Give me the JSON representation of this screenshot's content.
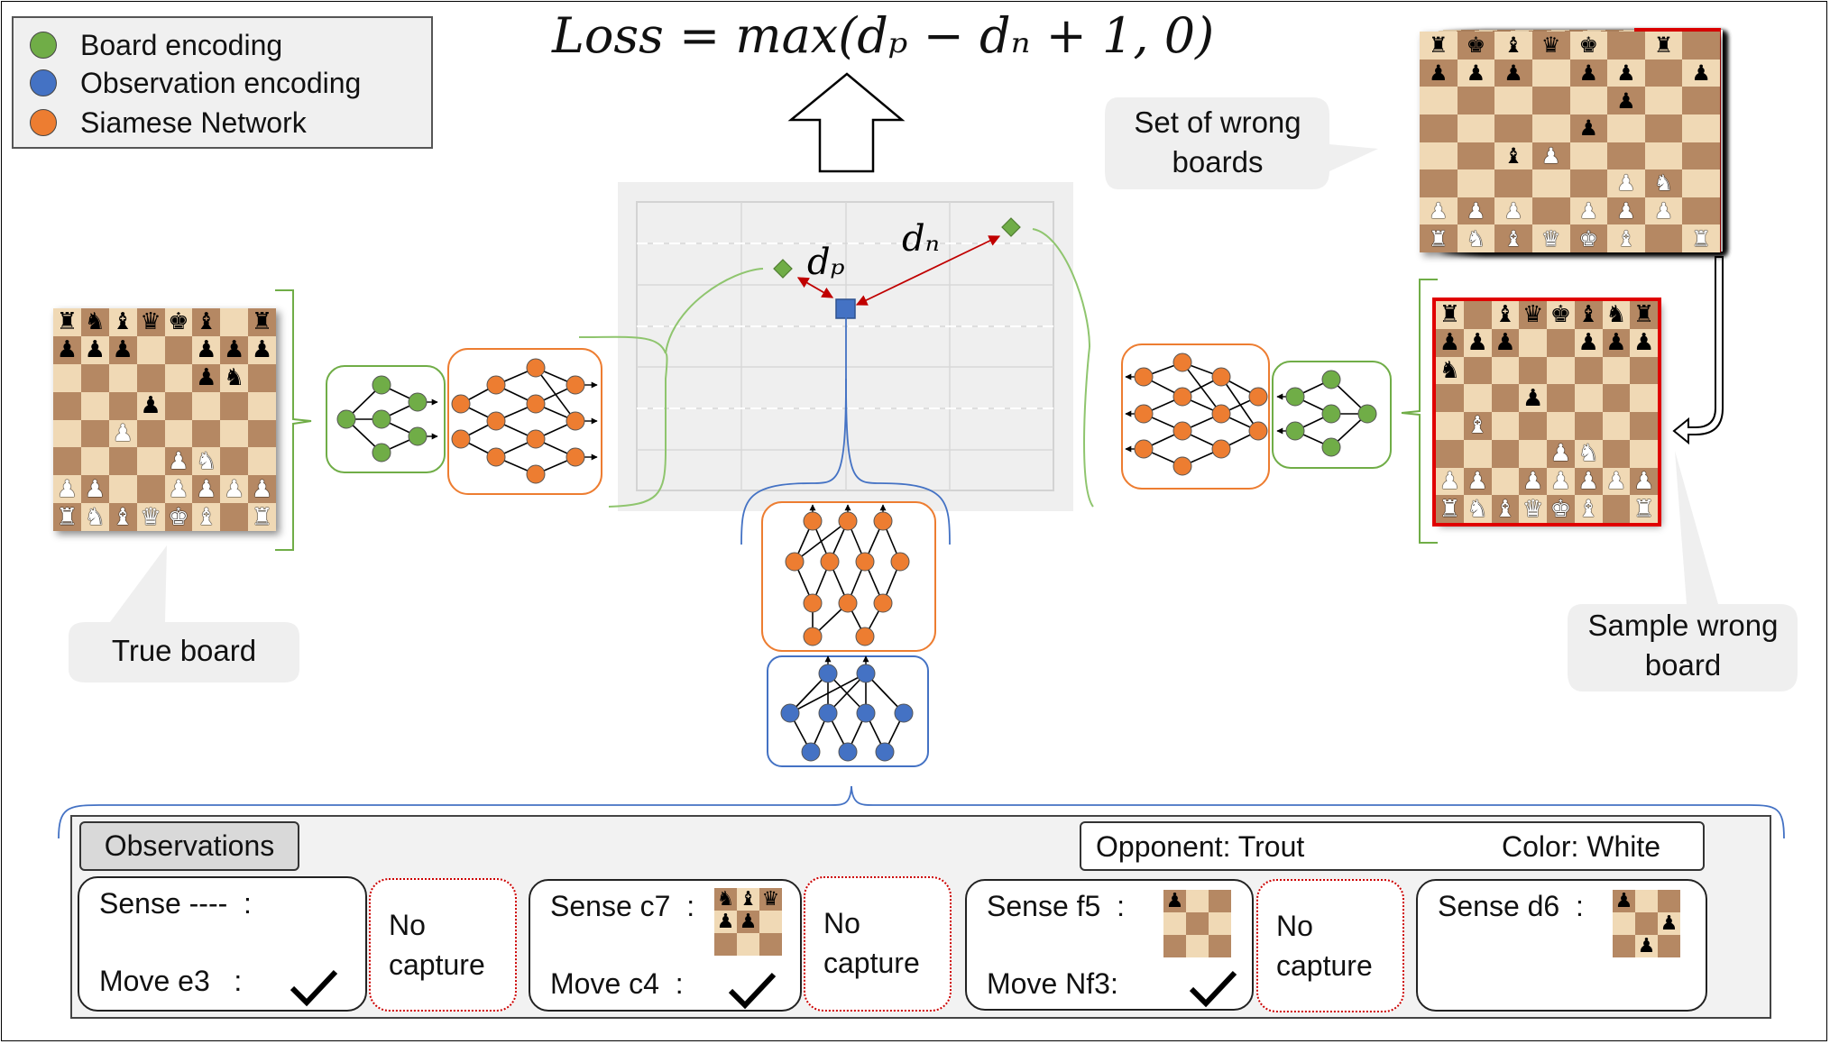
{
  "legend": [
    {
      "label": "Board encoding",
      "color": "#70ad47"
    },
    {
      "label": "Observation encoding",
      "color": "#4472c4"
    },
    {
      "label": "Siamese Network",
      "color": "#ed7d31"
    }
  ],
  "formula": "Loss = max(dₚ − dₙ + 1, 0)",
  "distance_labels": {
    "dp": "dₚ",
    "dn": "dₙ"
  },
  "callouts": {
    "wrong_set": "Set of wrong boards",
    "true_board": "True board",
    "sample_wrong": "Sample wrong board"
  },
  "boards": {
    "true": [
      "rnbqkb.r",
      "ppp..ppp",
      ".....pn.",
      "...p....",
      "..P.....",
      "....PN..",
      "PP..PPPP",
      "RNBQKB.R"
    ],
    "wrong_set": [
      "rkbqk.r.",
      "ppp.pp.p",
      ".....p..",
      "....p...",
      "..bP....",
      ".....PN.",
      "PPP.PPP.",
      "RNBQKB.R"
    ],
    "sample": [
      "r.bqkbnr",
      "ppp..ppp",
      "n.......",
      "...p....",
      ".B......",
      "....PN..",
      "PP.PPPPP",
      "RNBQKB.R"
    ]
  },
  "observations": {
    "title": "Observations",
    "opponent": "Opponent: Trout",
    "color": "Color: White",
    "cards": [
      {
        "sense": "Sense ----  :",
        "move": "Move e3   :",
        "mini": null
      },
      {
        "sense": "Sense c7  :",
        "move": "Move c4  :",
        "mini": [
          "nbq",
          "pp.",
          "..."
        ]
      },
      {
        "sense": "Sense f5  :",
        "move": "Move Nf3:",
        "mini": [
          "p..",
          "...",
          "..."
        ]
      },
      {
        "sense": "Sense d6  :",
        "move": "",
        "mini": [
          "p..",
          "..p",
          ".p."
        ]
      }
    ],
    "captures": [
      "No capture",
      "No capture",
      "No capture"
    ],
    "check_icon": "check-mark-icon"
  },
  "colors": {
    "board_encoding": "#70ad47",
    "observation_encoding": "#4472c4",
    "siamese": "#ed7d31",
    "highlight": "#e00000",
    "distance_arrow": "#c00000"
  }
}
